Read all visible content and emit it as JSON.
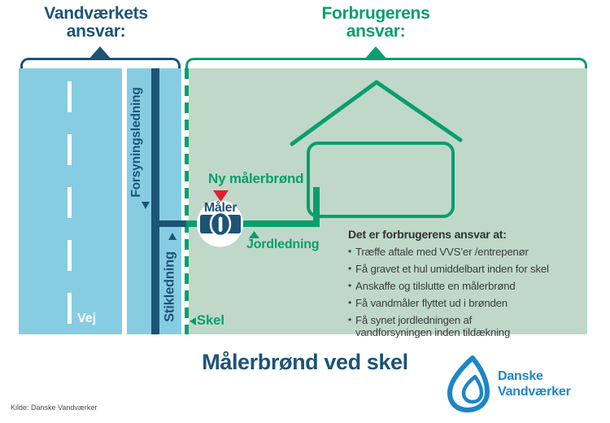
{
  "header": {
    "left": {
      "line1": "Vandværkets",
      "line2": "ansvar:"
    },
    "right": {
      "line1": "Forbrugerens",
      "line2": "ansvar:"
    }
  },
  "road": {
    "label": "Vej"
  },
  "pipes": {
    "supply": "Forsyningsledning",
    "service": "Stikledning",
    "ground": "Jordledning"
  },
  "boundary": {
    "label": "Skel"
  },
  "meter": {
    "well_label": "Ny målerbrønd",
    "label": "Måler"
  },
  "responsibilities": {
    "heading": "Det er forbrugerens ansvar at:",
    "items": [
      [
        "Træffe aftale med VVS’er /entrepenør"
      ],
      [
        "Få gravet et hul umiddelbart inden for skel"
      ],
      [
        "Anskaffe og tilslutte en målerbrønd"
      ],
      [
        "Få vandmåler flyttet ud i brønden"
      ],
      [
        "Få synet jordledningen af",
        "vandforsyningen inden tildækning"
      ]
    ]
  },
  "title": "Målerbrønd ved skel",
  "logo": {
    "line1": "Danske",
    "line2": "Vandværker"
  },
  "source": "Kilde: Danske Vandværker",
  "colors": {
    "dark_blue": "#1d5377",
    "light_blue": "#87cde2",
    "green": "#0a9e6e",
    "pale_green": "#bfd8ca",
    "red": "#e51e2e",
    "logo_blue": "#1c86c7",
    "text_gray": "#3d3d3d"
  }
}
